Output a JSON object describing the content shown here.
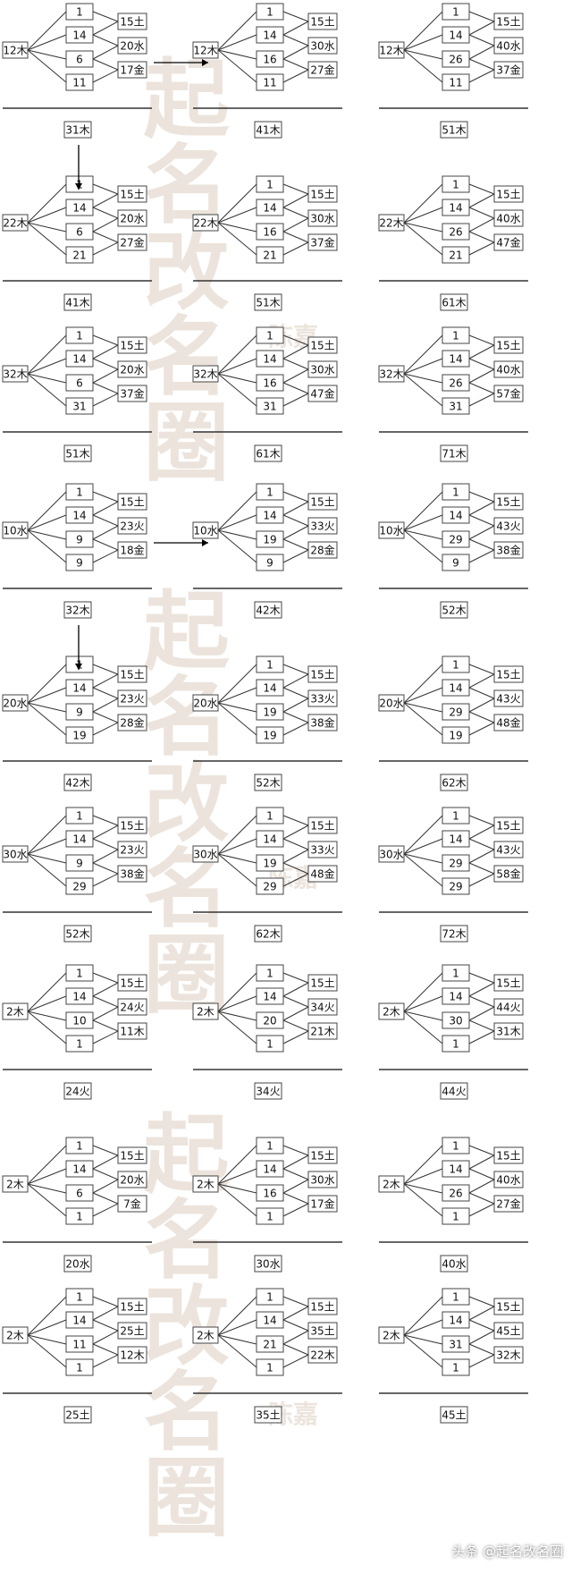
{
  "footer": {
    "text": "头条 @起名改名圈"
  },
  "watermark": {
    "brand": "起名改名圈",
    "author": "陈嘉"
  },
  "colors": {
    "line": "#333333",
    "box": "#444444",
    "text": "#111111",
    "watermark": "#ece4dc"
  },
  "sections": [
    {
      "trees": [
        {
          "root": "12木",
          "branches": [
            "1",
            "14",
            "6",
            "11"
          ],
          "mids": [
            "15土",
            "20水",
            "17金"
          ],
          "result": "31木"
        },
        {
          "root": "12木",
          "branches": [
            "1",
            "14",
            "16",
            "11"
          ],
          "mids": [
            "15土",
            "30水",
            "27金"
          ],
          "result": "41木"
        },
        {
          "root": "12木",
          "branches": [
            "1",
            "14",
            "26",
            "11"
          ],
          "mids": [
            "15土",
            "40水",
            "37金"
          ],
          "result": "51木"
        },
        {
          "root": "22木",
          "branches": [
            "1",
            "14",
            "6",
            "21"
          ],
          "mids": [
            "15土",
            "20水",
            "27金"
          ],
          "result": "41木"
        },
        {
          "root": "22木",
          "branches": [
            "1",
            "14",
            "16",
            "21"
          ],
          "mids": [
            "15土",
            "30水",
            "37金"
          ],
          "result": "51木"
        },
        {
          "root": "22木",
          "branches": [
            "1",
            "14",
            "26",
            "21"
          ],
          "mids": [
            "15土",
            "40水",
            "47金"
          ],
          "result": "61木"
        },
        {
          "root": "32木",
          "branches": [
            "1",
            "14",
            "6",
            "31"
          ],
          "mids": [
            "15土",
            "20水",
            "37金"
          ],
          "result": "51木"
        },
        {
          "root": "32木",
          "branches": [
            "1",
            "14",
            "16",
            "31"
          ],
          "mids": [
            "15土",
            "30水",
            "47金"
          ],
          "result": "61木"
        },
        {
          "root": "32木",
          "branches": [
            "1",
            "14",
            "26",
            "31"
          ],
          "mids": [
            "15土",
            "40水",
            "57金"
          ],
          "result": "71木"
        }
      ]
    },
    {
      "trees": [
        {
          "root": "10水",
          "branches": [
            "1",
            "14",
            "9",
            "9"
          ],
          "mids": [
            "15土",
            "23火",
            "18金"
          ],
          "result": "32木"
        },
        {
          "root": "10水",
          "branches": [
            "1",
            "14",
            "19",
            "9"
          ],
          "mids": [
            "15土",
            "33火",
            "28金"
          ],
          "result": "42木"
        },
        {
          "root": "10水",
          "branches": [
            "1",
            "14",
            "29",
            "9"
          ],
          "mids": [
            "15土",
            "43火",
            "38金"
          ],
          "result": "52木"
        },
        {
          "root": "20水",
          "branches": [
            "1",
            "14",
            "9",
            "19"
          ],
          "mids": [
            "15土",
            "23火",
            "28金"
          ],
          "result": "42木"
        },
        {
          "root": "20水",
          "branches": [
            "1",
            "14",
            "19",
            "19"
          ],
          "mids": [
            "15土",
            "33火",
            "38金"
          ],
          "result": "52木"
        },
        {
          "root": "20水",
          "branches": [
            "1",
            "14",
            "29",
            "19"
          ],
          "mids": [
            "15土",
            "43火",
            "48金"
          ],
          "result": "62木"
        },
        {
          "root": "30水",
          "branches": [
            "1",
            "14",
            "9",
            "29"
          ],
          "mids": [
            "15土",
            "23火",
            "38金"
          ],
          "result": "52木"
        },
        {
          "root": "30水",
          "branches": [
            "1",
            "14",
            "19",
            "29"
          ],
          "mids": [
            "15土",
            "33火",
            "48金"
          ],
          "result": "62木"
        },
        {
          "root": "30水",
          "branches": [
            "1",
            "14",
            "29",
            "29"
          ],
          "mids": [
            "15土",
            "43火",
            "58金"
          ],
          "result": "72木"
        }
      ]
    },
    {
      "trees": [
        {
          "root": "2木",
          "branches": [
            "1",
            "14",
            "10",
            "1"
          ],
          "mids": [
            "15土",
            "24火",
            "11木"
          ],
          "result": "24火"
        },
        {
          "root": "2木",
          "branches": [
            "1",
            "14",
            "20",
            "1"
          ],
          "mids": [
            "15土",
            "34火",
            "21木"
          ],
          "result": "34火"
        },
        {
          "root": "2木",
          "branches": [
            "1",
            "14",
            "30",
            "1"
          ],
          "mids": [
            "15土",
            "44火",
            "31木"
          ],
          "result": "44火"
        },
        {
          "root": "2木",
          "branches": [
            "1",
            "14",
            "6",
            "1"
          ],
          "mids": [
            "15土",
            "20水",
            "7金"
          ],
          "result": "20水"
        },
        {
          "root": "2木",
          "branches": [
            "1",
            "14",
            "16",
            "1"
          ],
          "mids": [
            "15土",
            "30水",
            "17金"
          ],
          "result": "30水"
        },
        {
          "root": "2木",
          "branches": [
            "1",
            "14",
            "26",
            "1"
          ],
          "mids": [
            "15土",
            "40水",
            "27金"
          ],
          "result": "40水"
        },
        {
          "root": "2木",
          "branches": [
            "1",
            "14",
            "11",
            "1"
          ],
          "mids": [
            "15土",
            "25土",
            "12木"
          ],
          "result": "25土"
        },
        {
          "root": "2木",
          "branches": [
            "1",
            "14",
            "21",
            "1"
          ],
          "mids": [
            "15土",
            "35土",
            "22木"
          ],
          "result": "35土"
        },
        {
          "root": "2木",
          "branches": [
            "1",
            "14",
            "31",
            "1"
          ],
          "mids": [
            "15土",
            "45土",
            "32木"
          ],
          "result": "45土"
        }
      ]
    }
  ]
}
